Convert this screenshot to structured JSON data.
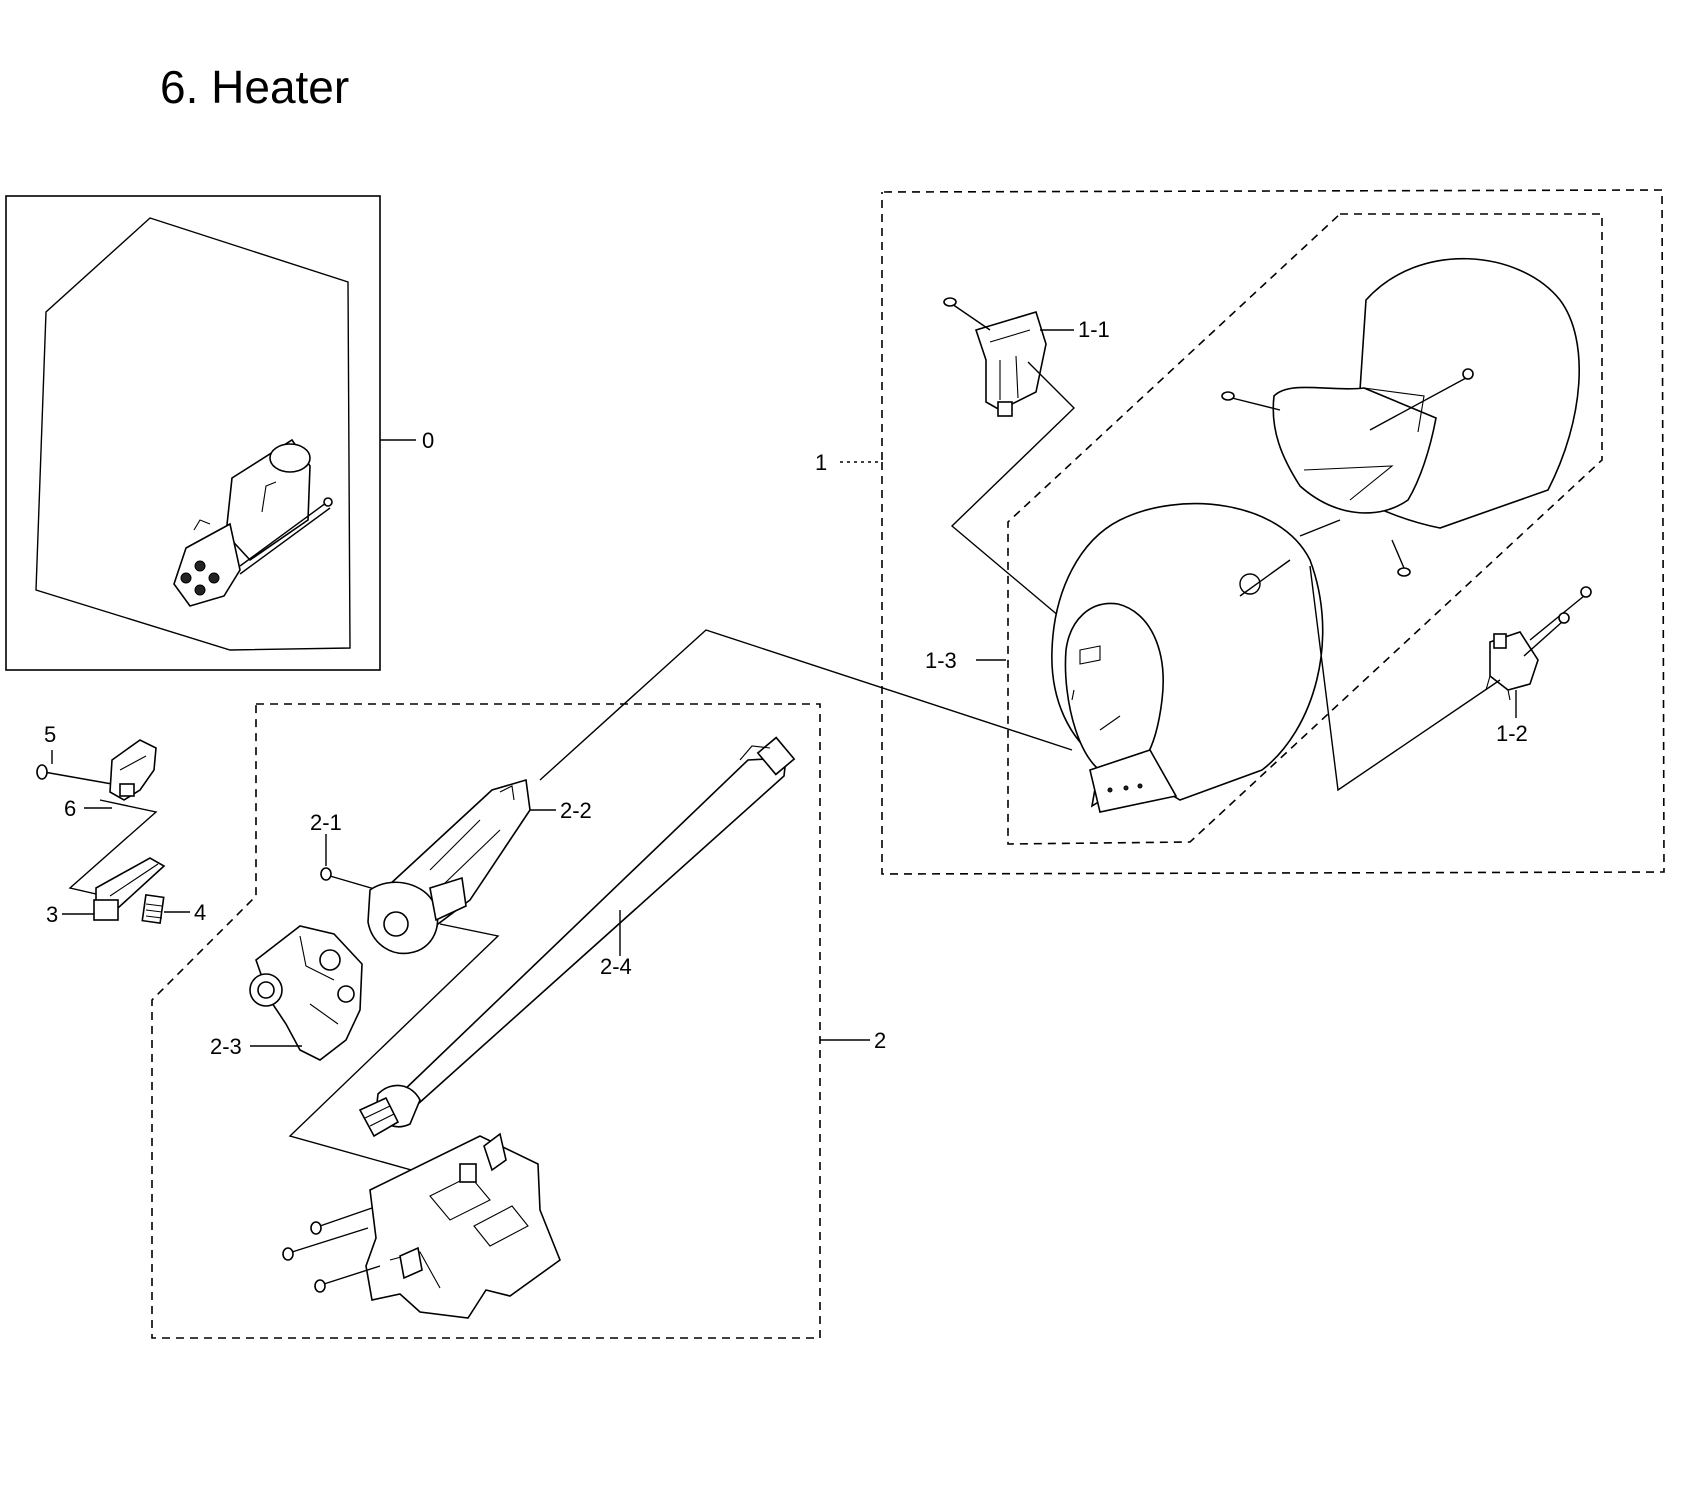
{
  "title": "6. Heater",
  "callouts": {
    "c0": "0",
    "c1": "1",
    "c1_1": "1-1",
    "c1_2": "1-2",
    "c1_3": "1-3",
    "c2": "2",
    "c2_1": "2-1",
    "c2_2": "2-2",
    "c2_3": "2-3",
    "c2_4": "2-4",
    "c3": "3",
    "c4": "4",
    "c5": "5",
    "c6": "6"
  }
}
